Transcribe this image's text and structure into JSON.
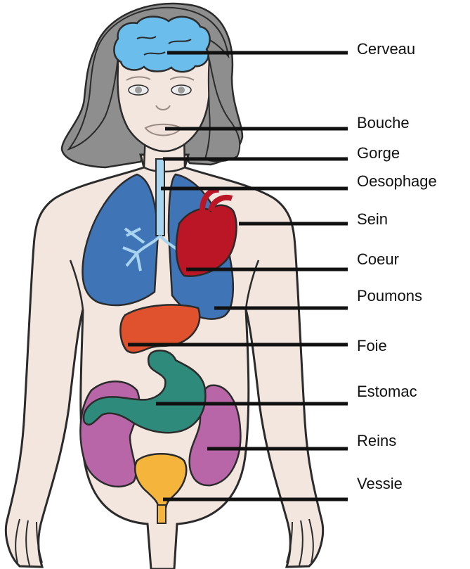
{
  "colors": {
    "skin": "#F2E6DF",
    "outline": "#2B2B2B",
    "hair": "#8E8E8E",
    "hair_dark": "#6E6E6E",
    "brain": "#6BBDEB",
    "lungs": "#3F74B7",
    "airway": "#A8D4F0",
    "heart": "#BA1626",
    "liver": "#E0512D",
    "stomach": "#2E8A7A",
    "kidneys": "#B866A8",
    "bladder": "#F5B43B",
    "line": "#111111"
  },
  "labels": {
    "brain": "Cerveau",
    "mouth": "Bouche",
    "throat": "Gorge",
    "esophagus": "Oesophage",
    "breast": "Sein",
    "heart": "Coeur",
    "lungs": "Poumons",
    "liver": "Foie",
    "stomach": "Estomac",
    "kidneys": "Reins",
    "bladder": "Vessie"
  }
}
